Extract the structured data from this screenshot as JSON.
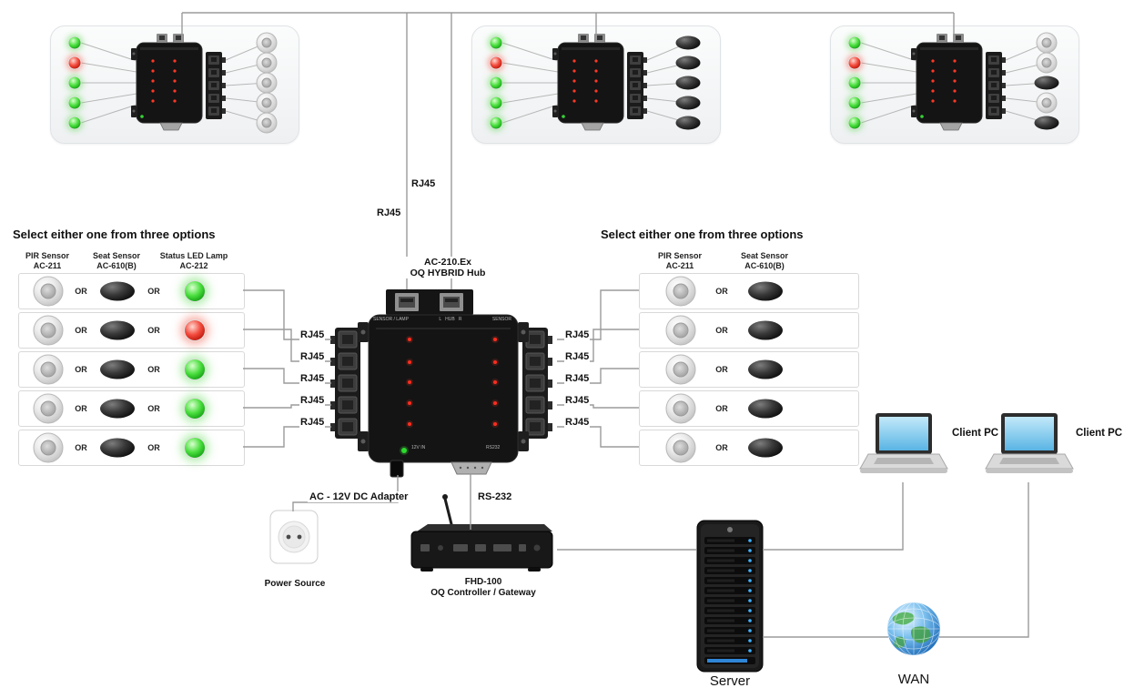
{
  "titles": {
    "hub_line1": "AC-210.Ex",
    "hub_line2": "OQ HYBRID Hub",
    "left_options": "Select either one from three options",
    "right_options": "Select either one from three options"
  },
  "labels": {
    "rj45": "RJ45",
    "or": "OR",
    "adapter": "AC - 12V DC Adapter",
    "rs232": "RS-232",
    "power_source": "Power Source",
    "controller_line1": "FHD-100",
    "controller_line2": "OQ Controller / Gateway",
    "server": "Server",
    "wan": "WAN",
    "client_pc": "Client PC"
  },
  "hub_panel": {
    "top_left": "SENSOR / LAMP",
    "top_mid": "L   HUB   R",
    "top_right": "SENSOR",
    "bottom_left": "12V IN",
    "bottom_right": "RS232"
  },
  "option_columns": {
    "pir_line1": "PIR Sensor",
    "pir_line2": "AC-211",
    "seat_line1": "Seat Sensor",
    "seat_line2": "AC-610(B)",
    "lamp_line1": "Status LED Lamp",
    "lamp_line2": "AC-212"
  },
  "left_rows": [
    {
      "lamp": "green"
    },
    {
      "lamp": "red"
    },
    {
      "lamp": "green"
    },
    {
      "lamp": "green"
    },
    {
      "lamp": "green"
    }
  ],
  "top_panels": [
    {
      "leds": [
        "green",
        "red",
        "green",
        "green",
        "green"
      ],
      "sensors": [
        "pir",
        "pir",
        "pir",
        "pir",
        "pir"
      ]
    },
    {
      "leds": [
        "green",
        "red",
        "green",
        "green",
        "green"
      ],
      "sensors": [
        "seat",
        "seat",
        "seat",
        "seat",
        "seat"
      ]
    },
    {
      "leds": [
        "green",
        "red",
        "green",
        "green",
        "green"
      ],
      "sensors": [
        "pir",
        "pir",
        "seat",
        "pir",
        "seat"
      ]
    }
  ],
  "colors": {
    "led_green": "#13a013",
    "led_red": "#bb170c",
    "wire_gray": "#9b9b9b",
    "screen_blue": "#59b4e4"
  }
}
